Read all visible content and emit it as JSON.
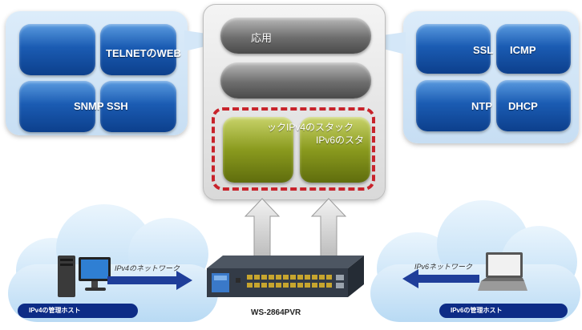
{
  "left_panel": {
    "label_top": "TELNETのWEB",
    "label_bottom": "SNMP SSH"
  },
  "right_panel": {
    "label_ssl": "SSL",
    "label_icmp": "ICMP",
    "label_ntp": "NTP",
    "label_dhcp": "DHCP"
  },
  "stack": {
    "app_label": "応用",
    "overlap_line1": "ックIPv4のスタック",
    "overlap_line2": "IPv6のスタ"
  },
  "switch": {
    "model": "WS-2864PVR"
  },
  "left_network": {
    "name": "IPv4のネットワーク",
    "host": "IPv4の管理ホスト"
  },
  "right_network": {
    "name": "IPv6ネットワーク",
    "host": "IPv6の管理ホスト"
  },
  "colors": {
    "blue_tile": "#1b5cb3",
    "green_tile": "#8a9a1e",
    "dashed_border": "#c8232b",
    "host_bar": "#0d2c86",
    "arrow": "#1f3e9a"
  }
}
